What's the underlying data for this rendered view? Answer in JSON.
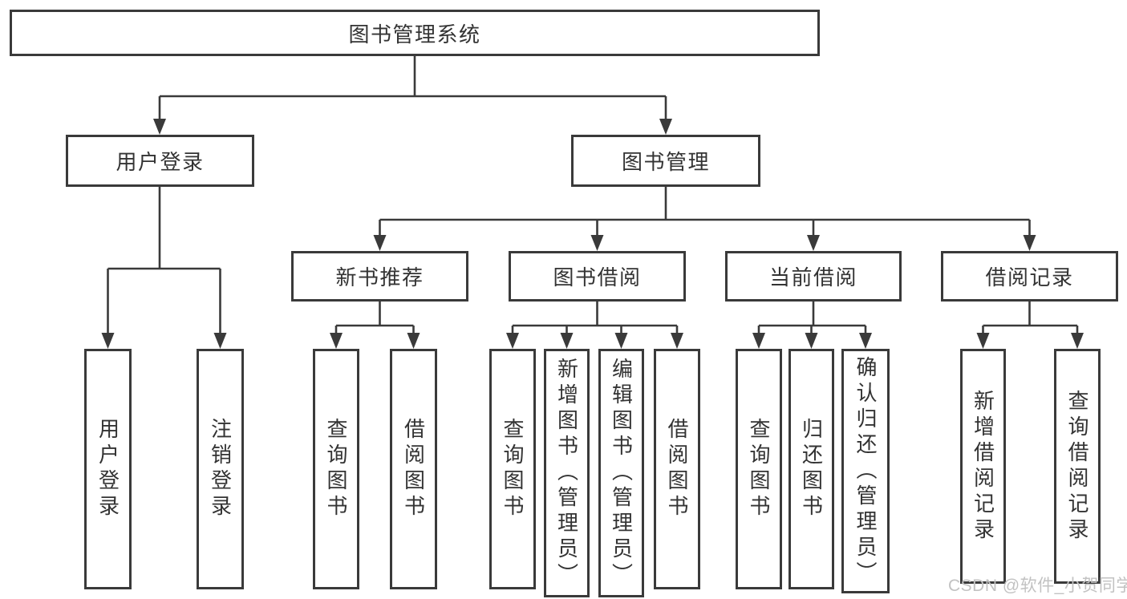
{
  "tree": {
    "label": "图书管理系统",
    "children": [
      {
        "label": "用户登录",
        "children": [
          {
            "label": "用户登录"
          },
          {
            "label": "注销登录"
          }
        ]
      },
      {
        "label": "图书管理",
        "children": [
          {
            "label": "新书推荐",
            "children": [
              {
                "label": "查询图书"
              },
              {
                "label": "借阅图书"
              }
            ]
          },
          {
            "label": "图书借阅",
            "children": [
              {
                "label": "查询图书"
              },
              {
                "label": "新增图书（管理员）"
              },
              {
                "label": "编辑图书（管理员）"
              },
              {
                "label": "借阅图书"
              }
            ]
          },
          {
            "label": "当前借阅",
            "children": [
              {
                "label": "查询图书"
              },
              {
                "label": "归还图书"
              },
              {
                "label": "确认归还（管理员）"
              }
            ]
          },
          {
            "label": "借阅记录",
            "children": [
              {
                "label": "新增借阅记录"
              },
              {
                "label": "查询借阅记录"
              }
            ]
          }
        ]
      }
    ]
  },
  "watermark": {
    "text": "CSDN @软件_小贺同学"
  },
  "colors": {
    "line": "#3a3a3a",
    "text": "#333333",
    "watermark": "#c2c2c2",
    "background": "#ffffff"
  }
}
